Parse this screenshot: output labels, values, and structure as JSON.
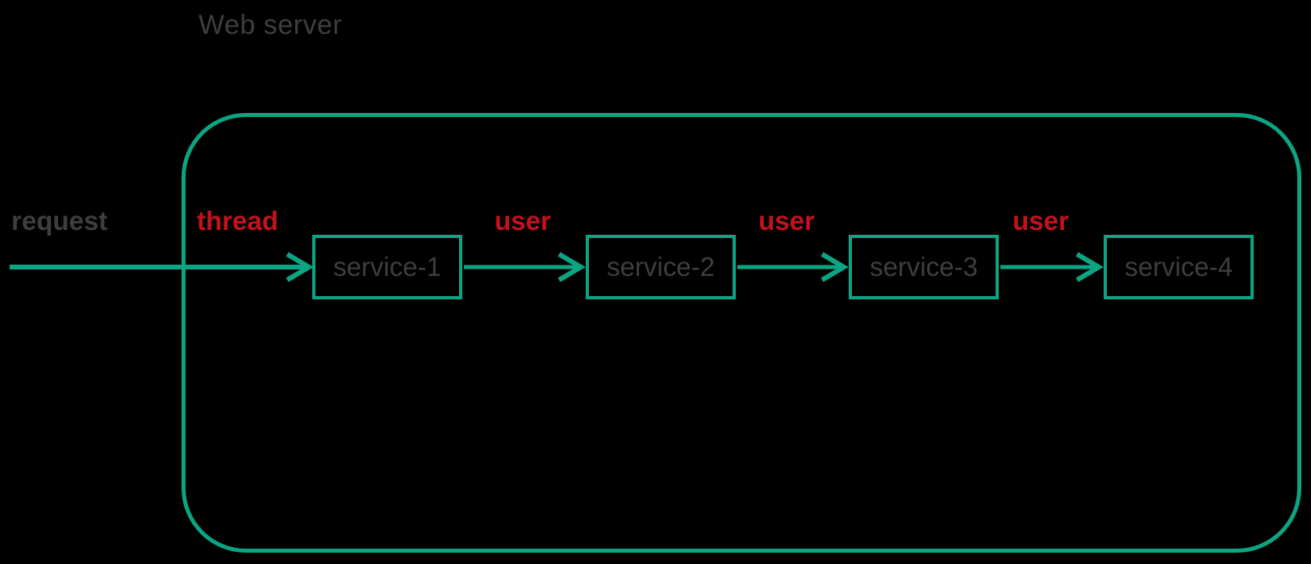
{
  "colors": {
    "accent_green": "#0ba583",
    "label_red": "#c4121a",
    "text_gray": "#3e3e3e",
    "background": "#000000"
  },
  "flow": {
    "container_label": "Web server",
    "request_label": "request",
    "entry_edge_label": "thread",
    "nodes": [
      {
        "label": "service-1"
      },
      {
        "label": "service-2"
      },
      {
        "label": "service-3"
      },
      {
        "label": "service-4"
      }
    ],
    "edges": [
      {
        "from": "service-1",
        "to": "service-2",
        "label": "user"
      },
      {
        "from": "service-2",
        "to": "service-3",
        "label": "user"
      },
      {
        "from": "service-3",
        "to": "service-4",
        "label": "user"
      }
    ]
  }
}
